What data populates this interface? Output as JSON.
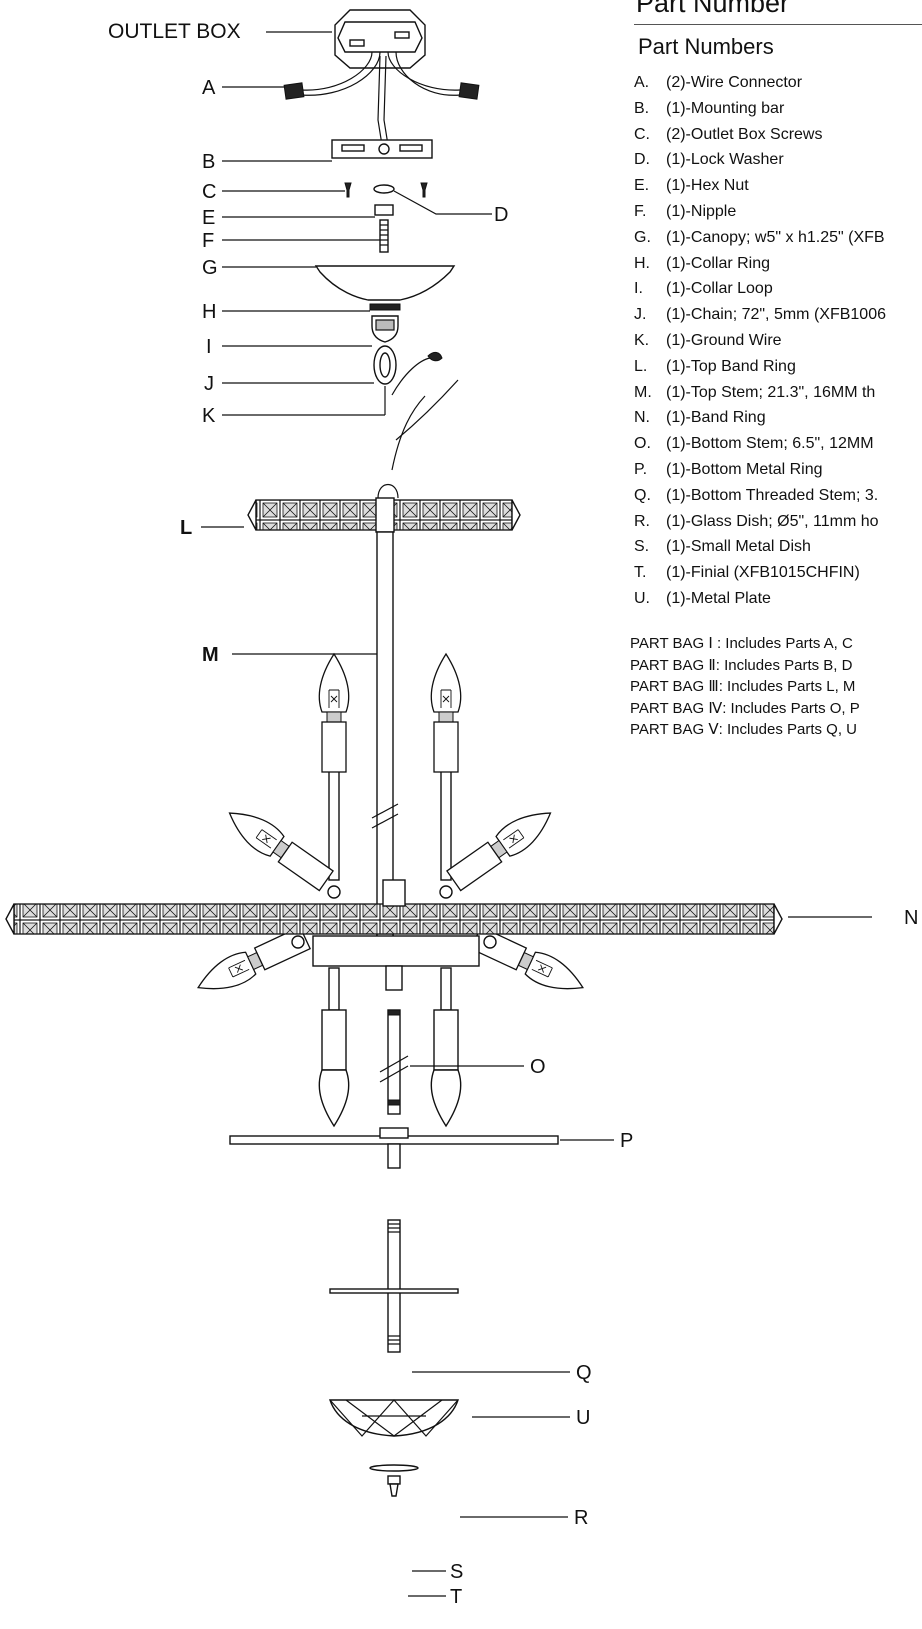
{
  "header": {
    "title": "Part Number",
    "subtitle": "Part Numbers"
  },
  "parts": [
    {
      "key": "A.",
      "desc": "(2)-Wire Connector"
    },
    {
      "key": "B.",
      "desc": "(1)-Mounting bar"
    },
    {
      "key": "C.",
      "desc": "(2)-Outlet Box Screws"
    },
    {
      "key": "D.",
      "desc": "(1)-Lock Washer"
    },
    {
      "key": "E.",
      "desc": "(1)-Hex Nut"
    },
    {
      "key": "F.",
      "desc": "(1)-Nipple"
    },
    {
      "key": "G.",
      "desc": "(1)-Canopy; w5\" x h1.25\" (XFB"
    },
    {
      "key": "H.",
      "desc": "(1)-Collar Ring"
    },
    {
      "key": "I.",
      "desc": "(1)-Collar Loop"
    },
    {
      "key": "J.",
      "desc": "(1)-Chain; 72\", 5mm (XFB1006"
    },
    {
      "key": "K.",
      "desc": "(1)-Ground Wire"
    },
    {
      "key": "L.",
      "desc": "(1)-Top Band Ring"
    },
    {
      "key": "M.",
      "desc": "(1)-Top Stem; 21.3\", 16MM th"
    },
    {
      "key": "N.",
      "desc": "(1)-Band Ring"
    },
    {
      "key": "O.",
      "desc": "(1)-Bottom Stem; 6.5\", 12MM"
    },
    {
      "key": "P.",
      "desc": "(1)-Bottom Metal Ring"
    },
    {
      "key": "Q.",
      "desc": "(1)-Bottom Threaded Stem; 3."
    },
    {
      "key": "R.",
      "desc": "(1)-Glass Dish; Ø5\", 11mm ho"
    },
    {
      "key": "S.",
      "desc": "(1)-Small Metal Dish"
    },
    {
      "key": "T.",
      "desc": "(1)-Finial (XFB1015CHFIN)"
    },
    {
      "key": "U.",
      "desc": "(1)-Metal Plate"
    }
  ],
  "bags": [
    "PART BAG Ⅰ : Includes Parts A, C",
    "PART BAG Ⅱ: Includes Parts B, D",
    "PART BAG Ⅲ: Includes Parts L, M",
    "PART BAG Ⅳ: Includes Parts O, P",
    "PART BAG Ⅴ: Includes Parts Q, U"
  ],
  "diagram": {
    "outlet_label": "OUTLET BOX",
    "letters": {
      "A": "A",
      "B": "B",
      "C": "C",
      "D": "D",
      "E": "E",
      "F": "F",
      "G": "G",
      "H": "H",
      "I": "I",
      "J": "J",
      "K": "K",
      "L": "L",
      "M": "M",
      "N": "N",
      "O": "O",
      "P": "P",
      "Q": "Q",
      "R": "R",
      "S": "S",
      "T": "T",
      "U": "U"
    }
  }
}
